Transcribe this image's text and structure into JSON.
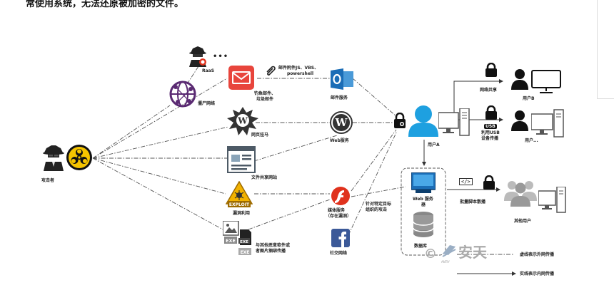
{
  "page_text": "常使用系统，无法还原被加密的文件。",
  "diagram": {
    "attacker": "攻击者",
    "raas": "RaaS",
    "botnet": "僵尸网络",
    "phishing": [
      "钓鱼邮件、",
      "垃圾邮件"
    ],
    "attachment": [
      "邮件附件JS、VBS、",
      "powershell"
    ],
    "mail_service": "邮件服务",
    "web_hijack": "网页挂马",
    "web_service": "Web服务",
    "file_share_site": "文件共享网站",
    "exploit": "漏洞利用",
    "exploit_icon_text": "EXPLOIT",
    "media_service": [
      "媒体服务",
      "（存在漏洞）"
    ],
    "targeted_attack": [
      "针对特定目标",
      "组织的攻击"
    ],
    "social_network": "社交网络",
    "bundled": [
      "与其他恶意软件或",
      "者图片捆绑传播"
    ],
    "exe_text": "EXE",
    "web_server": [
      "Web 服务",
      "器"
    ],
    "database": "数据库",
    "user_a": "用户A",
    "network_share": "网络共享",
    "user_b": "用户B",
    "usb_badge": "USB",
    "usb_spread": [
      "利用USB",
      "设备传播"
    ],
    "user_dots": "用户...",
    "batch_script": "批量脚本散播",
    "script_tag": "</>",
    "other_users": "其他用户",
    "watermark": "安天",
    "watermark_sub": "ANTIY",
    "legend_dashed": "虚线表示外网传播",
    "legend_solid": "实线表示内网传播"
  },
  "colors": {
    "mail_red": "#e8453c",
    "outlook_blue": "#1b6db6",
    "user_blue": "#1ea0e0",
    "exploit_yellow": "#f2b200",
    "flash_red": "#e0321d",
    "facebook_blue": "#3b5998",
    "botnet_purple": "#5a2a72",
    "biohazard_yellow": "#f5c400"
  }
}
